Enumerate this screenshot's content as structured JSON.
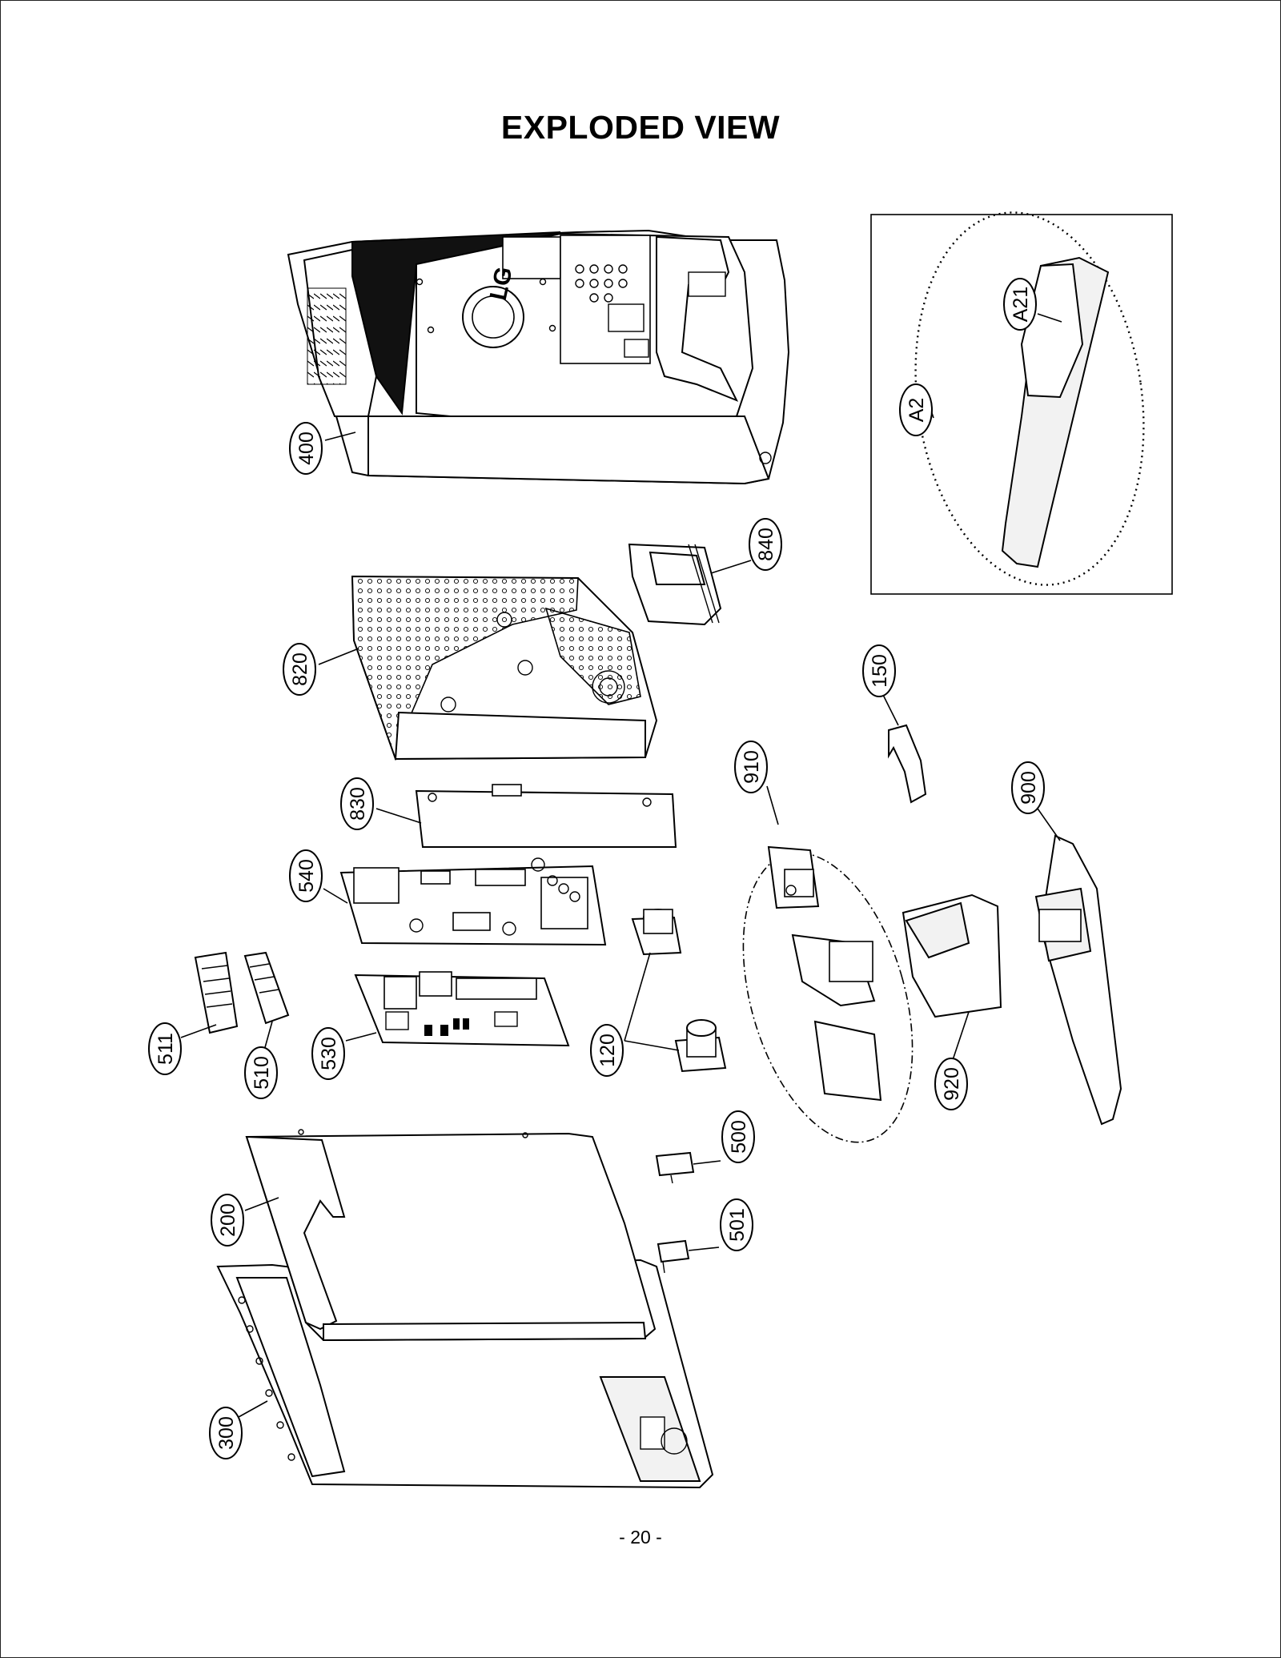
{
  "page": {
    "title": "EXPLODED VIEW",
    "page_number": "- 20 -"
  },
  "logo_text": "LG",
  "callouts": {
    "c400": "400",
    "c840": "840",
    "c820": "820",
    "c150": "150",
    "c830": "830",
    "c910": "910",
    "c900": "900",
    "c540": "540",
    "c511": "511",
    "c510": "510",
    "c530": "530",
    "c120": "120",
    "c920": "920",
    "c500": "500",
    "c501": "501",
    "c200": "200",
    "c300": "300",
    "cA2": "A2",
    "cA21": "A21"
  }
}
